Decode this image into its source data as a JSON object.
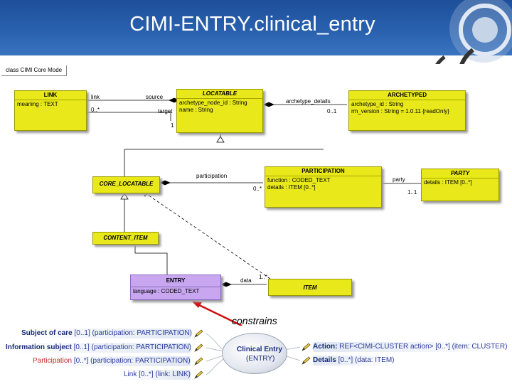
{
  "slide": {
    "title": "CIMI-ENTRY.clinical_entry"
  },
  "uml": {
    "package_tab": "class CIMI Core Mode",
    "classes": {
      "link": {
        "name": "LINK",
        "attrs": [
          "meaning : TEXT"
        ]
      },
      "locatable": {
        "name": "LOCATABLE",
        "attrs": [
          "archetype_node_id : String",
          "name : String"
        ]
      },
      "archetyped": {
        "name": "ARCHETYPED",
        "attrs": [
          "archetype_id : String",
          "rm_version : String = 1.0.11 {readOnly}"
        ]
      },
      "participation": {
        "name": "PARTICIPATION",
        "attrs": [
          "function : CODED_TEXT",
          "details : ITEM [0..*]"
        ]
      },
      "party": {
        "name": "PARTY",
        "attrs": [
          "details : ITEM [0..*]"
        ]
      },
      "core_locatable": {
        "name": "CORE_LOCATABLE",
        "attrs": []
      },
      "content_item": {
        "name": "CONTENT_ITEM",
        "attrs": []
      },
      "entry": {
        "name": "ENTRY",
        "attrs": [
          "language : CODED_TEXT"
        ]
      },
      "item": {
        "name": "ITEM",
        "attrs": []
      }
    },
    "labels": {
      "link_role": "link",
      "link_mult": "0..*",
      "source_role": "source",
      "target_role": "target",
      "target_mult": "1",
      "archetype_details_role": "archetype_details",
      "archetype_details_mult": "0..1",
      "participation_role": "participation",
      "participation_mult": "0..*",
      "party_role": "party",
      "party_mult": "1..1",
      "data_role": "data",
      "data_mult": "1..*"
    },
    "constrains_label": "constrains"
  },
  "summary": {
    "hub": {
      "title": "Clinical Entry",
      "subtitle": "(ENTRY)"
    },
    "left": [
      {
        "name": "Subject of care",
        "mult": "[0..1]",
        "detail": "(participation: PARTICIPATION)"
      },
      {
        "name": "Information subject",
        "mult": "[0..1]",
        "detail": "(participation: PARTICIPATION)"
      },
      {
        "name": "Participation",
        "mult": "[0..*]",
        "detail": "(participation: PARTICIPATION)"
      },
      {
        "name": "Link",
        "mult": "[0..*]",
        "detail": "(link: LINK)"
      }
    ],
    "right": [
      {
        "name": "Action:",
        "mult": "REF<CIMI-CLUSTER action> [0..*]",
        "detail": "(item: CLUSTER)"
      },
      {
        "name": "Details",
        "mult": "[0..*]",
        "detail": "(data: ITEM)"
      }
    ]
  },
  "colors": {
    "banner": "#2a62b0",
    "class_fill": "#e8e81a",
    "entry_fill": "#c8a6f0",
    "constrains_arrow": "#d01010"
  }
}
